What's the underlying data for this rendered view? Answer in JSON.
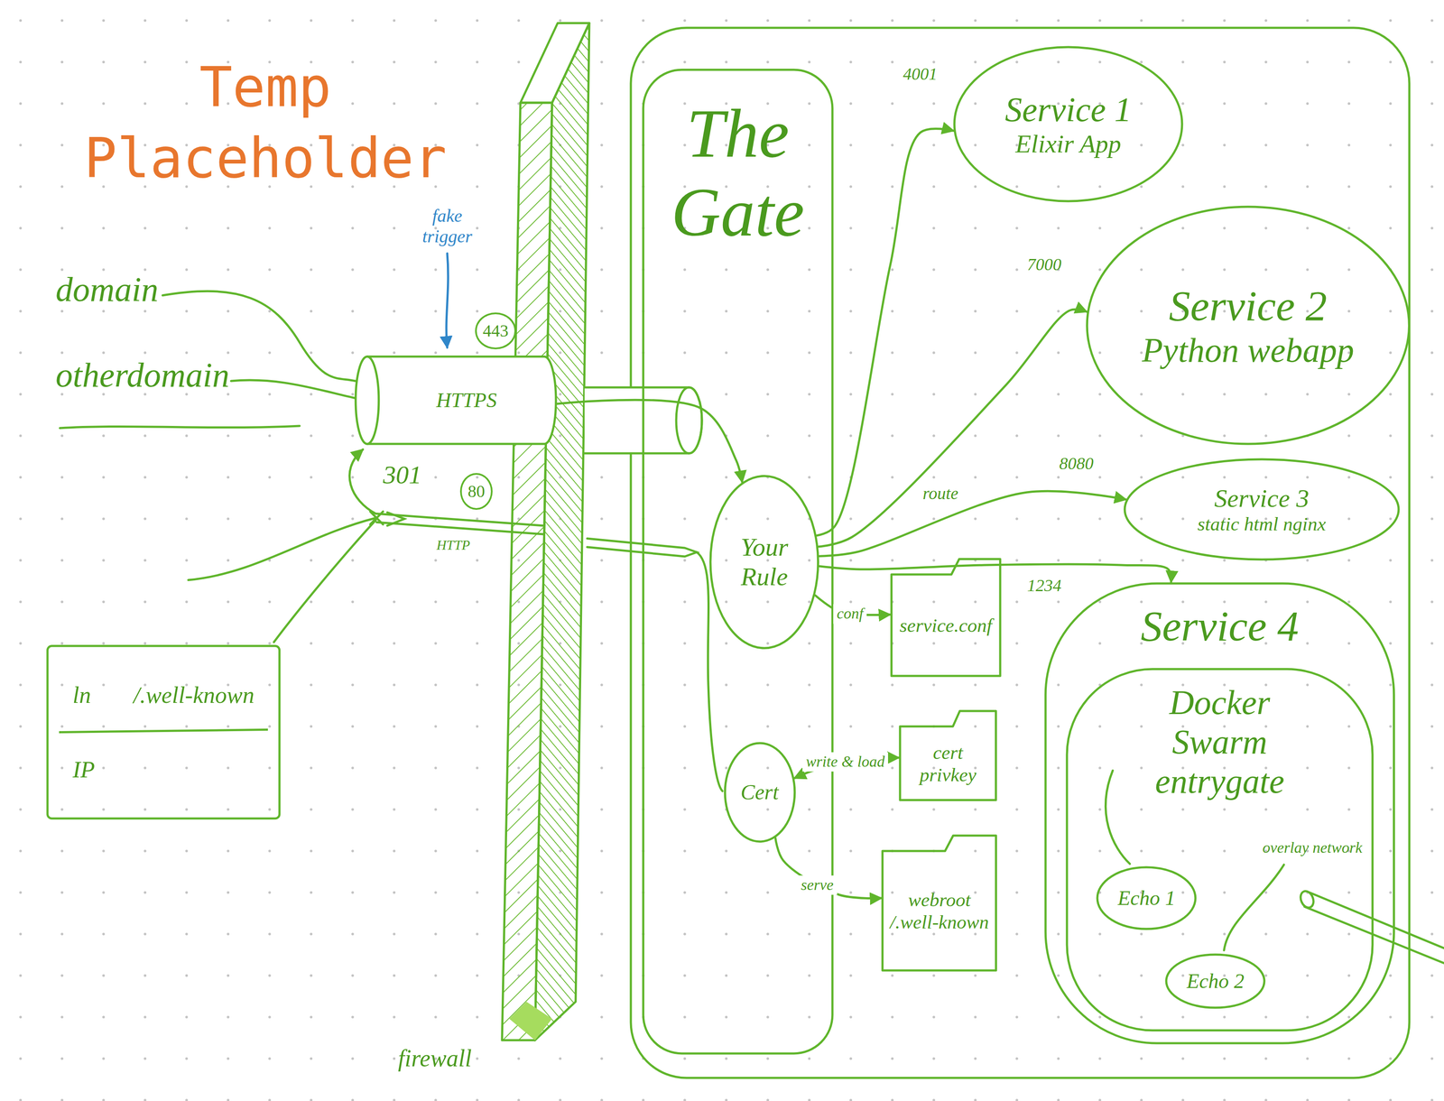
{
  "diagram": {
    "title": "Temp Placeholder",
    "nodes": [
      {
        "text": [
          "HTTPS"
        ]
      },
      {
        "text": [
          "ln",
          "/.well-known",
          "IP"
        ]
      },
      {
        "text": [
          "The Gate"
        ]
      },
      {
        "text": [
          "Your Rule"
        ],
        "in": 2
      },
      {
        "text": [
          "Cert"
        ],
        "in": 2
      },
      {
        "text": [
          "service.conf"
        ]
      },
      {
        "text": [
          "cert privkey"
        ]
      },
      {
        "text": [
          "webroot",
          "/.well-known"
        ]
      },
      {
        "text": [
          "Service 1",
          "Elixir App"
        ]
      },
      {
        "text": [
          "Service 2",
          "Python webapp"
        ]
      },
      {
        "text": [
          "Service 3",
          "static html nginx"
        ]
      },
      {
        "text": [
          "Service 4"
        ]
      },
      {
        "text": [
          "Docker Swarm entrygate"
        ],
        "in": 11
      },
      {
        "text": [
          "Echo 1"
        ],
        "in": 12
      },
      {
        "text": [
          "Echo 2"
        ],
        "in": 12
      }
    ],
    "edges": [
      {
        "from": 0,
        "to": 3,
        "arrow": "to"
      },
      {
        "from": 3,
        "to": 8,
        "arrow": "to"
      },
      {
        "from": 3,
        "to": 9,
        "arrow": "to"
      },
      {
        "from": 3,
        "to": 10,
        "arrow": "to"
      },
      {
        "from": 3,
        "to": 11,
        "arrow": "to"
      },
      {
        "from": 3,
        "to": 5,
        "label": "conf",
        "arrow": "to"
      },
      {
        "from": 4,
        "to": 6,
        "label": "write & load",
        "arrow": "both"
      },
      {
        "from": 4,
        "to": 7,
        "label": "serve",
        "arrow": "to"
      }
    ],
    "labels": [
      "domain",
      "otherdomain",
      "fake trigger",
      "443",
      "80",
      "301",
      "HTTP",
      "4001",
      "7000",
      "8080",
      "1234",
      "route",
      "overlay network",
      "firewall"
    ]
  }
}
